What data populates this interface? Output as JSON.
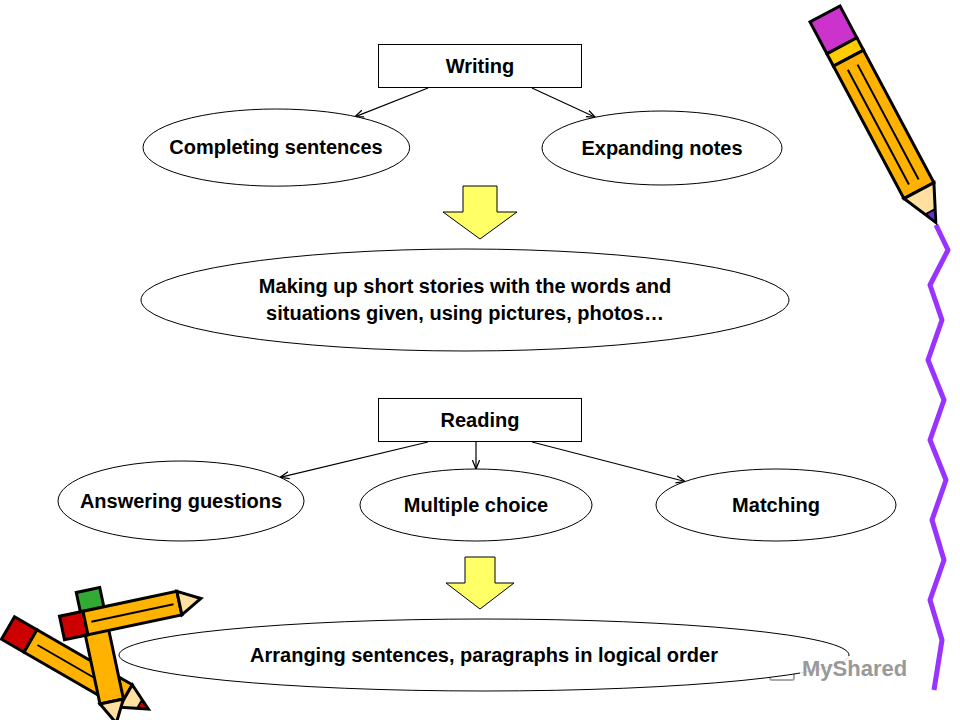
{
  "diagram": {
    "nodes": [
      {
        "text": [
          "Writing"
        ]
      },
      {
        "text": [
          "Completing sentences"
        ]
      },
      {
        "text": [
          "Expanding notes"
        ]
      },
      {
        "text": [
          "Making up short stories with the words and situations given, using pictures, photos…"
        ]
      },
      {
        "text": [
          "Reading"
        ]
      },
      {
        "text": [
          "Answering guestions"
        ]
      },
      {
        "text": [
          "Multiple choice"
        ]
      },
      {
        "text": [
          "Matching"
        ]
      },
      {
        "text": [
          "Arranging sentences, paragraphs in logical order"
        ]
      }
    ],
    "edges": [
      {
        "from": 0,
        "to": 1,
        "arrow": "to"
      },
      {
        "from": 0,
        "to": 2,
        "arrow": "to"
      },
      {
        "from": 4,
        "to": 5,
        "arrow": "to"
      },
      {
        "from": 4,
        "to": 6,
        "arrow": "to"
      },
      {
        "from": 4,
        "to": 7,
        "arrow": "to"
      }
    ],
    "labels": [
      "MyShared"
    ]
  }
}
